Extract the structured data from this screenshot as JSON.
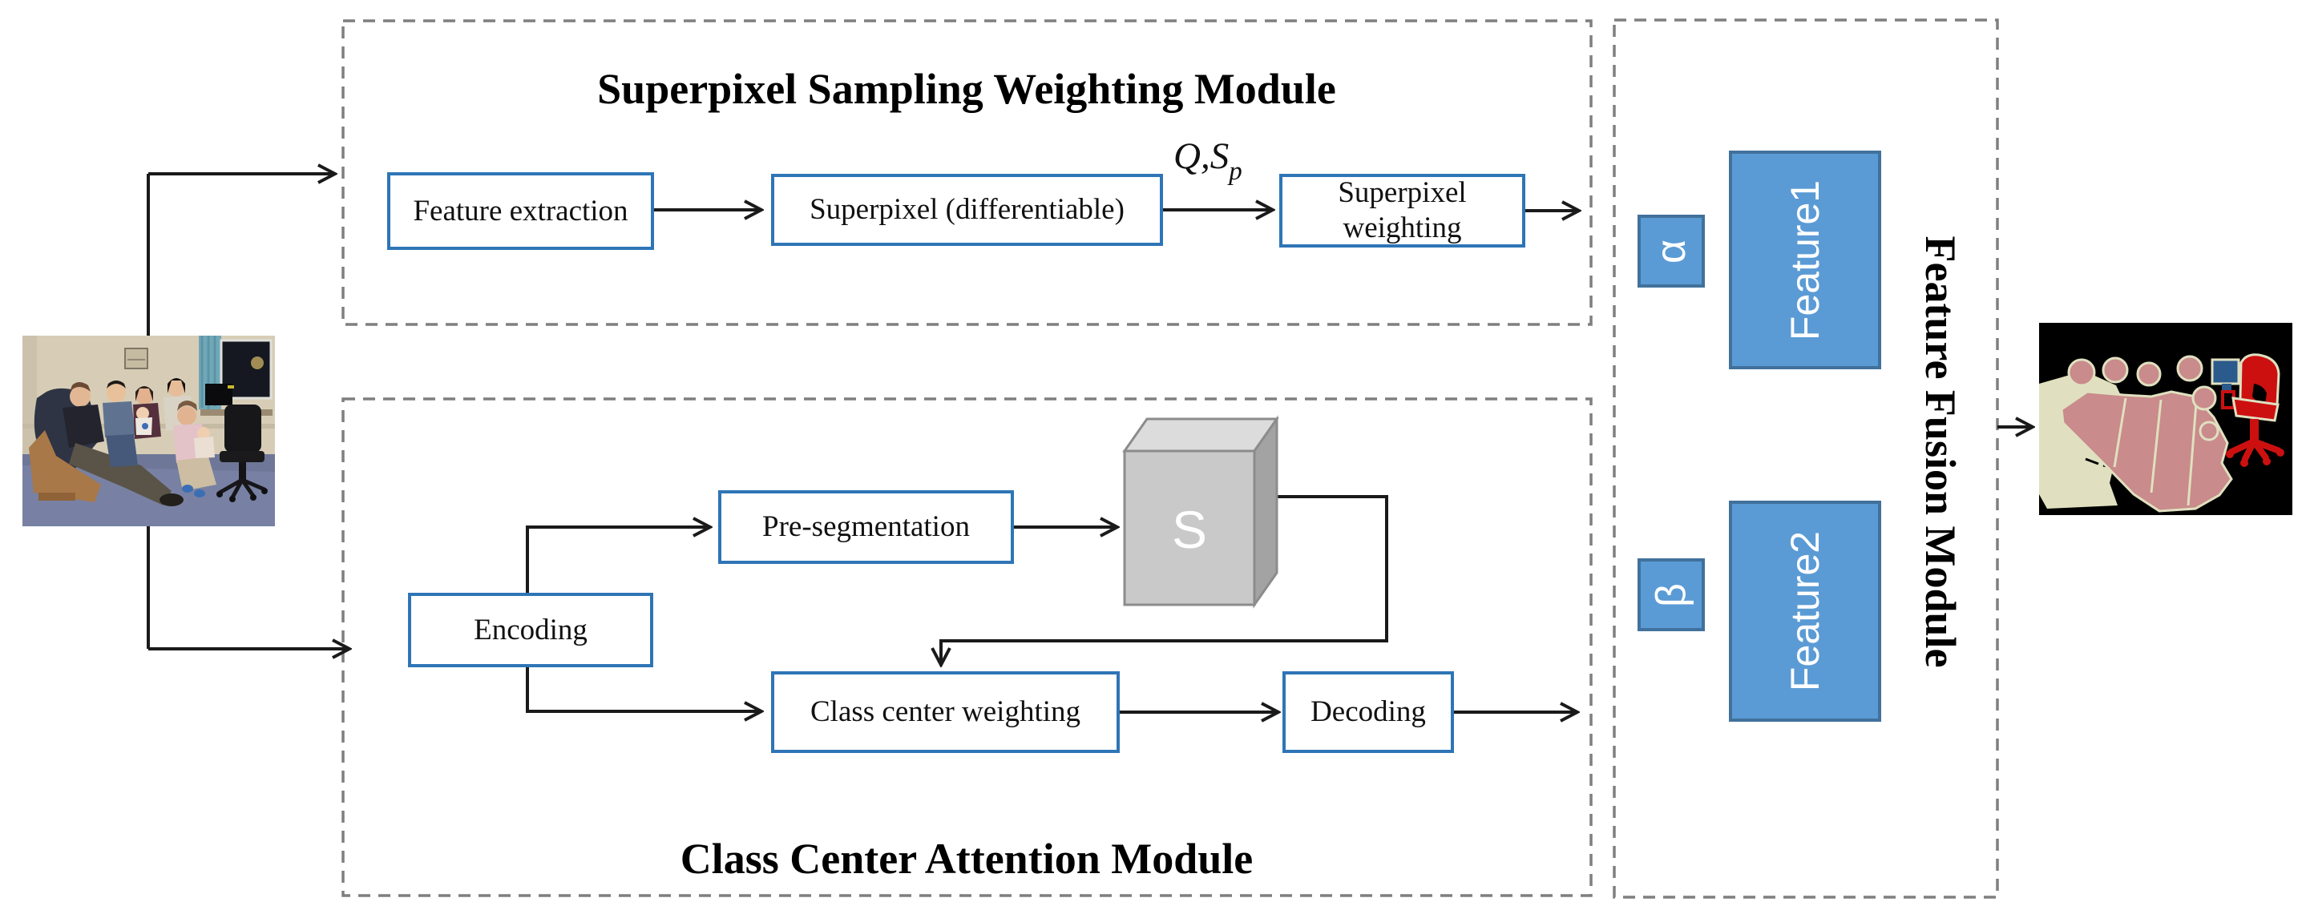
{
  "modules": {
    "superpixel_sampling": {
      "title": "Superpixel Sampling Weighting Module",
      "feature_extraction_label": "Feature extraction",
      "superpixel_differentiable_label": "Superpixel (differentiable)",
      "superpixel_weighting_label": "Superpixel weighting",
      "signal_main": "Q,S",
      "signal_sub": "p"
    },
    "class_center_attention": {
      "title": "Class Center Attention Module",
      "encoding_label": "Encoding",
      "pre_segmentation_label": "Pre-segmentation",
      "cube_label": "S",
      "class_center_weighting_label": "Class center weighting",
      "decoding_label": "Decoding"
    },
    "feature_fusion": {
      "title": "Feature Fusion Module",
      "alpha_label": "α",
      "beta_label": "β",
      "feature1_label": "Feature1",
      "feature2_label": "Feature2"
    }
  },
  "colors": {
    "white_box_border_blue": "#2E75B6",
    "filled_box_blue": "#5B9BD5",
    "filled_box_border": "#41719C",
    "dashed_border_gray": "#7F7F7F",
    "arrow_black": "#1A1A1A",
    "cube_front_gray": "#C9C9C9",
    "cube_top_gray": "#DCDCDC",
    "cube_side_gray": "#A3A3A3",
    "seg_person_pink": "#C98B8B",
    "seg_chair_red": "#CC1010",
    "seg_monitor_blue": "#2B5A8C",
    "seg_boundary_cream": "#E0E0C0",
    "seg_background_black": "#000000"
  }
}
